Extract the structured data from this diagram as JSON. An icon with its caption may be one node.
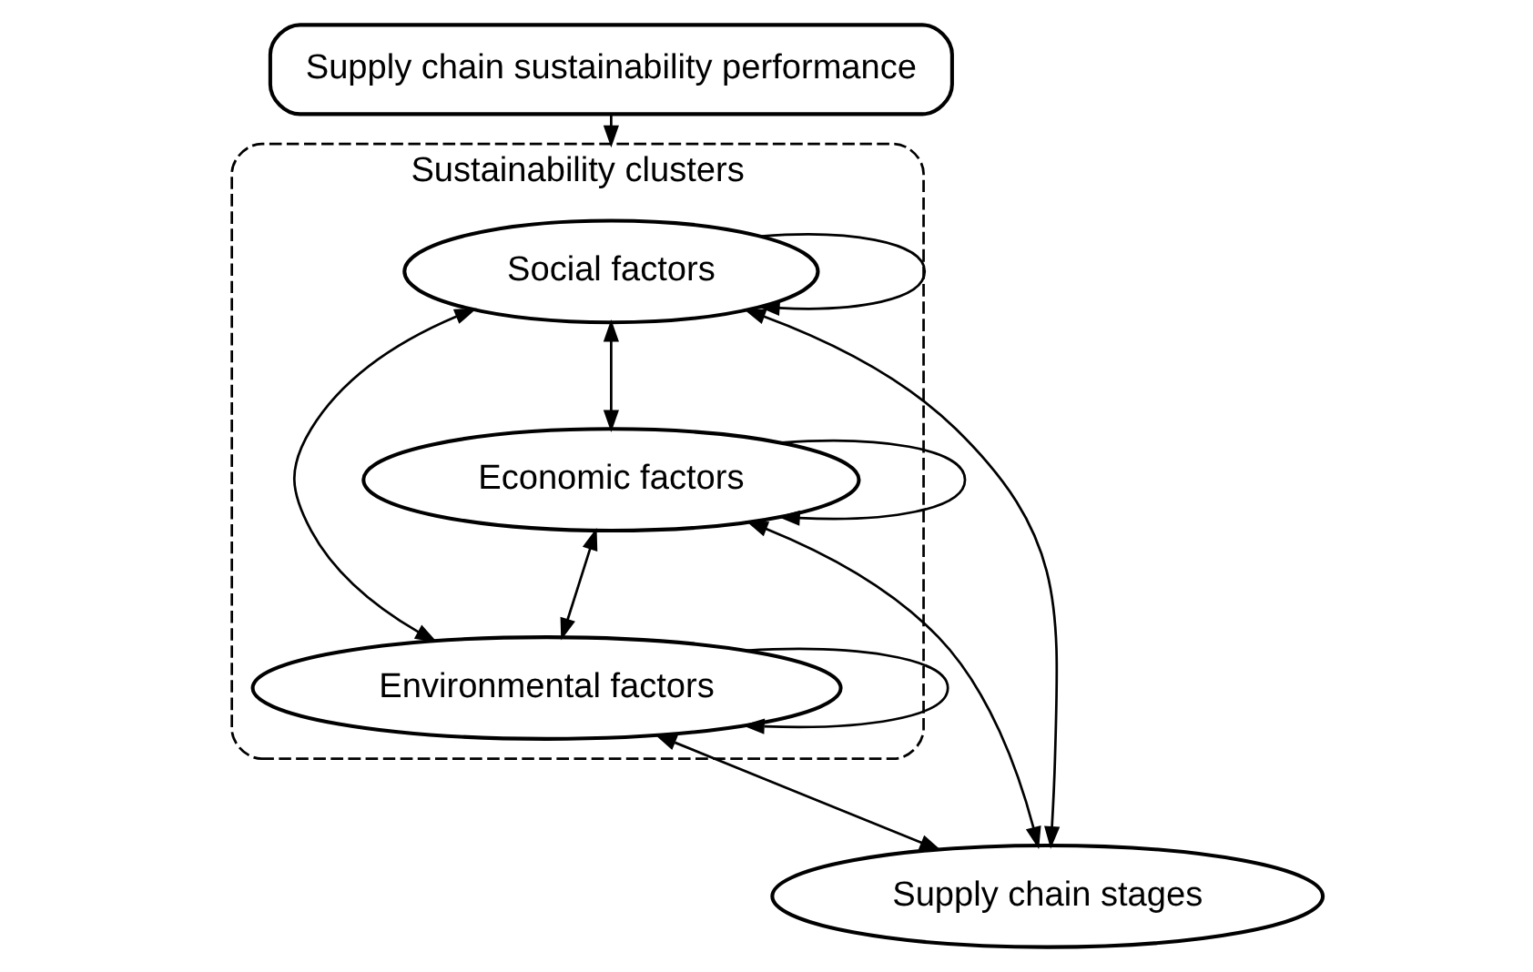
{
  "diagram": {
    "nodes": [
      {
        "text": [
          "Supply chain sustainability performance"
        ]
      },
      {
        "text": [
          "Sustainability clusters"
        ]
      },
      {
        "text": [
          "Economic factors"
        ],
        "in": 1
      },
      {
        "text": [
          "Social factors"
        ],
        "in": 1
      },
      {
        "text": [
          "Environmental factors"
        ],
        "in": 1
      },
      {
        "text": [
          "Supply chain stages"
        ]
      }
    ],
    "edges": [
      {
        "from": 0,
        "to": 1,
        "arrow": "to"
      },
      {
        "from": 2,
        "to": 2,
        "arrow": "to"
      },
      {
        "from": 3,
        "to": 3,
        "arrow": "to"
      },
      {
        "from": 4,
        "to": 4,
        "arrow": "to"
      },
      {
        "from": 3,
        "to": 2,
        "arrow": "both"
      },
      {
        "from": 2,
        "to": 4,
        "arrow": "both"
      },
      {
        "from": 3,
        "to": 4,
        "arrow": "both"
      },
      {
        "from": 3,
        "to": 5,
        "arrow": "both"
      },
      {
        "from": 4,
        "to": 5,
        "arrow": "both"
      },
      {
        "from": 2,
        "to": 5,
        "arrow": "both"
      }
    ]
  }
}
